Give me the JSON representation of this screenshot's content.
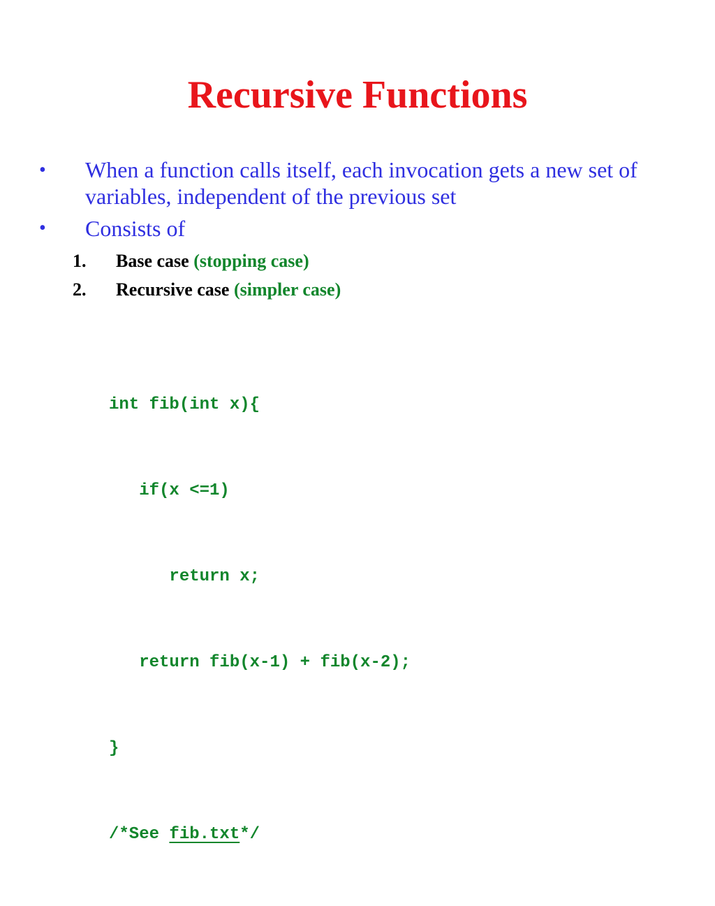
{
  "slide": {
    "title": "Recursive Functions",
    "bullets": [
      {
        "marker": "•",
        "text": "When a function calls itself, each invocation gets a new set of variables, independent of the previous set"
      },
      {
        "marker": "•",
        "text": "Consists of"
      }
    ],
    "numbered": [
      {
        "number": "1.",
        "label": "Base case",
        "note": "(stopping case)"
      },
      {
        "number": "2.",
        "label": "Recursive case",
        "note": "(simpler case)"
      }
    ],
    "code": {
      "lines": [
        "int fib(int x){",
        "   if(x <=1)",
        "      return x;",
        "   return fib(x-1) + fib(x-2);",
        "}"
      ],
      "comment_prefix": "/*See ",
      "comment_link": "fib.txt",
      "comment_suffix": "*/"
    }
  },
  "colors": {
    "title": "#e8151b",
    "bullet_text": "#2f2fe0",
    "code": "#12862c",
    "numbered_text": "#000000"
  }
}
